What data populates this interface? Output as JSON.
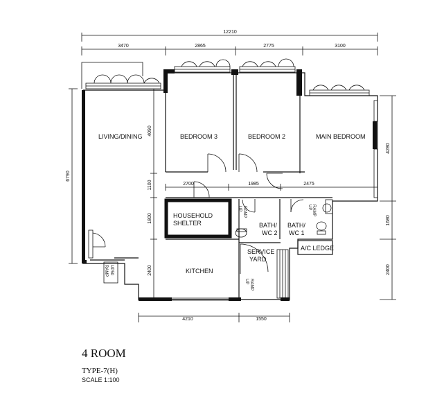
{
  "rooms": {
    "living_dining": "LIVING/DINING",
    "bedroom3": "BEDROOM 3",
    "bedroom2": "BEDROOM 2",
    "main_bedroom": "MAIN BEDROOM",
    "shelter_line1": "HOUSEHOLD",
    "shelter_line2": "SHELTER",
    "bath2_line1": "BATH/",
    "bath2_line2": "WC 2",
    "bath1_line1": "BATH/",
    "bath1_line2": "WC 1",
    "ac_ledge": "A/C LEDGE",
    "kitchen": "KITCHEN",
    "service_line1": "SERVICE",
    "service_line2": "YARD"
  },
  "ramps": {
    "ramp_word": "RAMP",
    "up_word": "UP",
    "up50": "UP50"
  },
  "dimensions": {
    "overall": "12210",
    "top": [
      "3470",
      "2865",
      "2775",
      "3100"
    ],
    "left_total": "6790",
    "left_segments": [
      "4090",
      "1100",
      "1800",
      "2400"
    ],
    "right_segments": [
      "4280",
      "1680",
      "2400"
    ],
    "corridor": [
      "2700",
      "1985",
      "2475"
    ],
    "bottom": [
      "4210",
      "1550"
    ]
  },
  "title": {
    "name": "4 ROOM",
    "type": "TYPE-7(H)",
    "scale": "SCALE 1:100"
  }
}
